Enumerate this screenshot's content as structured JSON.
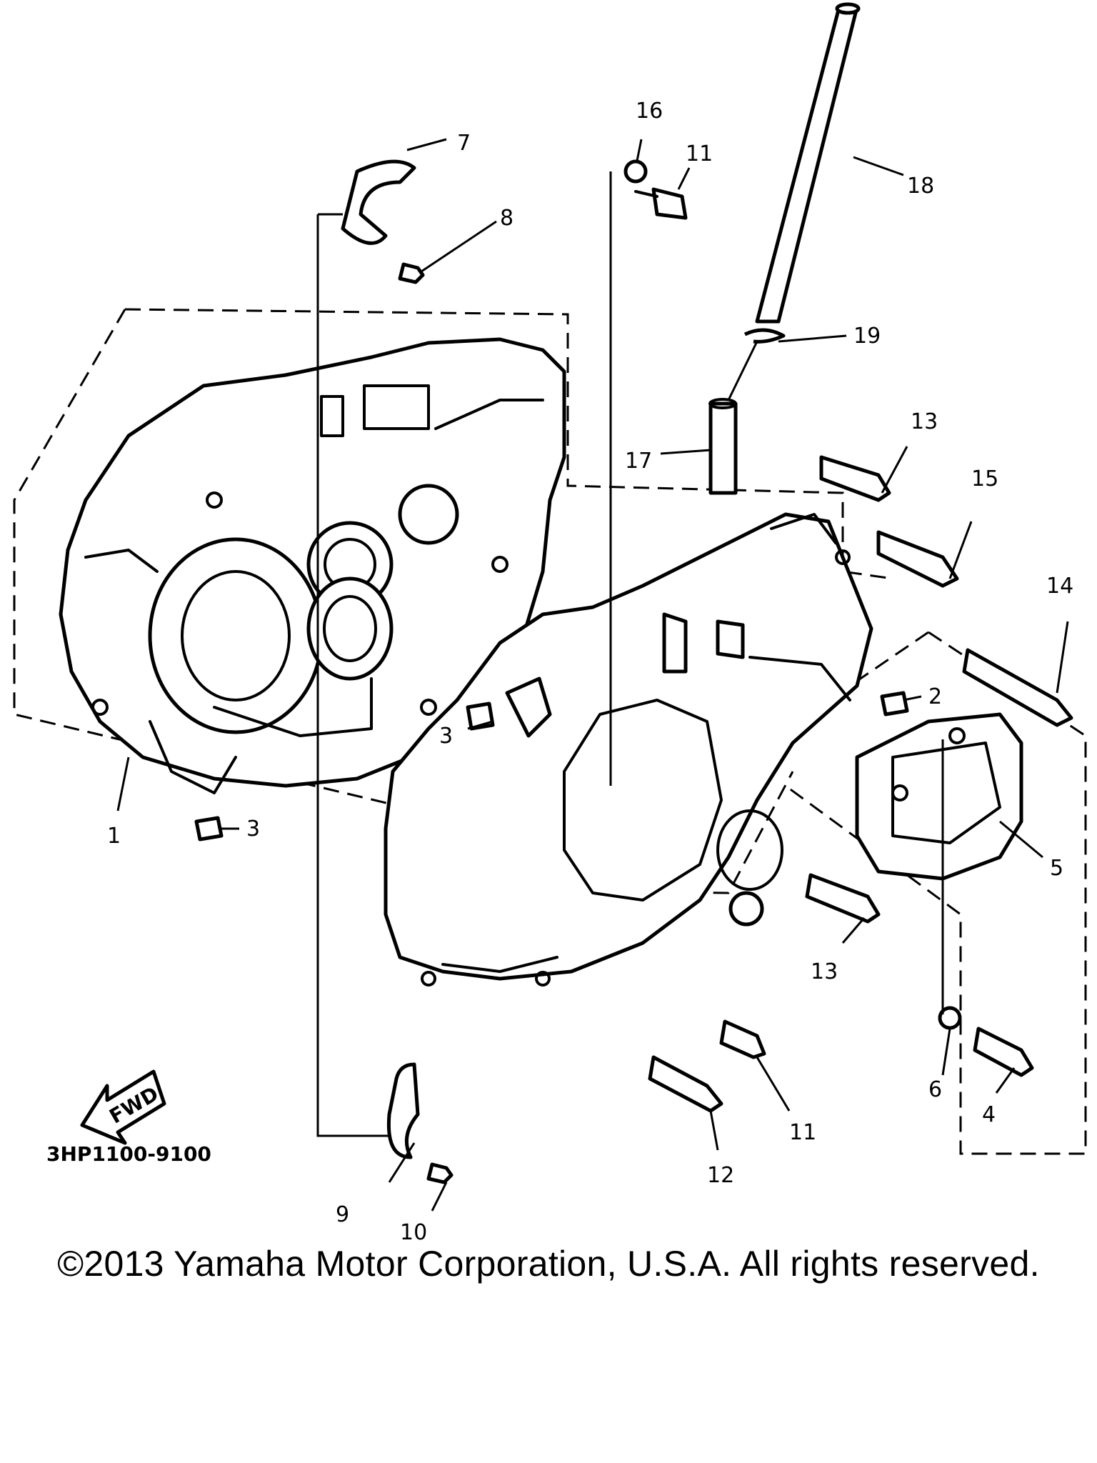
{
  "diagram": {
    "callouts": [
      "1",
      "2",
      "3",
      "3",
      "4",
      "5",
      "6",
      "7",
      "8",
      "9",
      "10",
      "11",
      "11",
      "12",
      "13",
      "13",
      "14",
      "15",
      "16",
      "17",
      "18",
      "19"
    ],
    "fwd_label": "FWD",
    "part_code": "3HP1100-9100"
  },
  "copyright": "©2013 Yamaha Motor Corporation, U.S.A. All rights reserved."
}
